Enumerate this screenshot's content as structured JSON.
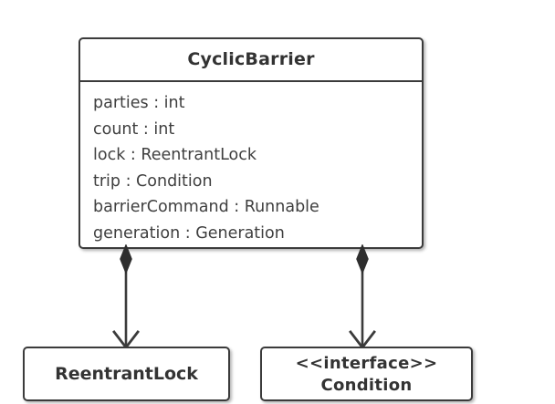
{
  "diagram": {
    "type": "uml-class-diagram",
    "colors": {
      "background": "#ffffff",
      "stroke": "#3b3b3b",
      "title_text": "#333333",
      "attribute_text": "#3f3f3f"
    },
    "main_class": {
      "name": "CyclicBarrier",
      "attributes": [
        "parties : int",
        "count : int",
        "lock : ReentrantLock",
        "trip : Condition",
        "barrierCommand : Runnable",
        "generation : Generation"
      ]
    },
    "child_classes": [
      {
        "name": "ReentrantLock",
        "stereotype": ""
      },
      {
        "name": "Condition",
        "stereotype": "<<interface>>"
      }
    ],
    "relationships": [
      {
        "kind": "composition",
        "from": "CyclicBarrier",
        "to": "ReentrantLock",
        "source_decoration": "filled-diamond",
        "target_decoration": "open-arrow"
      },
      {
        "kind": "composition",
        "from": "CyclicBarrier",
        "to": "Condition",
        "source_decoration": "filled-diamond",
        "target_decoration": "open-arrow"
      }
    ]
  }
}
